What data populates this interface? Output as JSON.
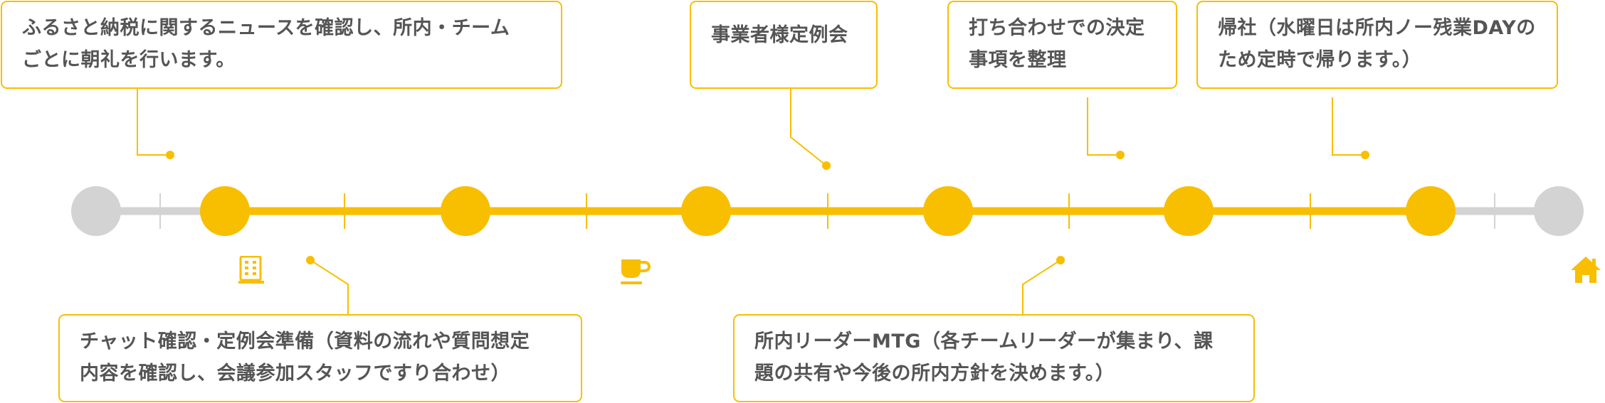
{
  "colors": {
    "accent": "#f8be00",
    "inactive": "#d3d3d3",
    "text": "#555555"
  },
  "events": {
    "morning_news": "ふるさと納税に関するニュースを確認し、所内・チーム\nごとに朝礼を行います。",
    "chat_check": "チャット確認・定例会準備（資料の流れや質問想定\n内容を確認し、会議参加スタッフですり合わせ）",
    "client_meeting": "事業者様定例会",
    "leader_mtg": "所内リーダーMTG（各チームリーダーが集まり、課\n題の共有や今後の所内方針を決めます。）",
    "organize_decisions": "打ち合わせでの決定\n事項を整理",
    "return_home": "帰社（水曜日は所内ノー残業DAYの\nため定時で帰ります。）"
  },
  "icons": {
    "office": "building-icon",
    "break": "coffee-cup-icon",
    "home": "home-icon"
  }
}
